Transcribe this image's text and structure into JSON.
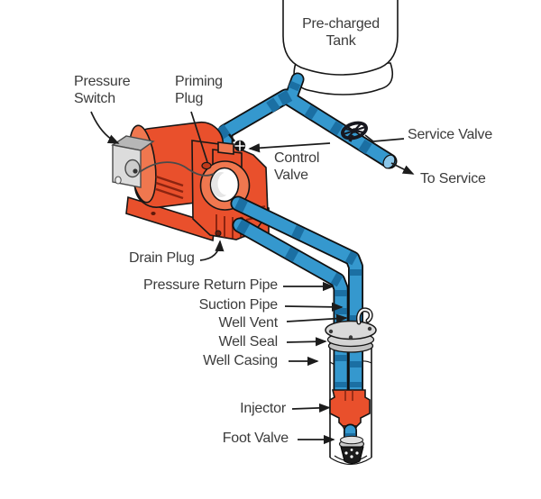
{
  "diagram": {
    "labels": {
      "pressure_switch": "Pressure Switch",
      "priming_plug": "Priming Plug",
      "pre_charged_tank": "Pre-charged Tank",
      "service_valve": "Service Valve",
      "to_service": "To Service",
      "control_valve": "Control Valve",
      "drain_plug": "Drain Plug",
      "pressure_return_pipe": "Pressure Return Pipe",
      "suction_pipe": "Suction Pipe",
      "well_vent": "Well Vent",
      "well_seal": "Well Seal",
      "well_casing": "Well Casing",
      "injector": "Injector",
      "foot_valve": "Foot Valve"
    },
    "colors": {
      "pipe_blue": "#3598CE",
      "pipe_joint_blue": "#1B6FA3",
      "pipe_end_blue": "#8CC6E8",
      "pump_orange": "#E9502C",
      "pump_orange_light": "#F0774F",
      "pump_orange_dark": "#C03A1B",
      "line_black": "#161616",
      "label_text": "#3B3B3B",
      "background": "#FFFFFF"
    }
  }
}
